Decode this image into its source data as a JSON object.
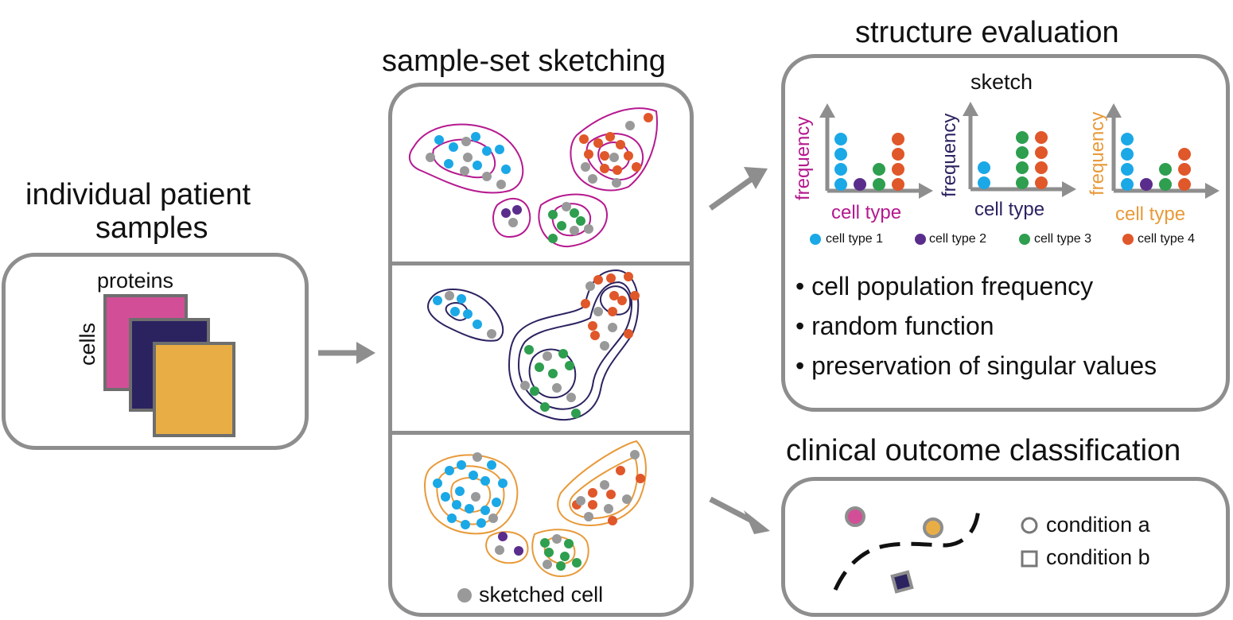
{
  "left": {
    "title_line1": "individual patient",
    "title_line2": "samples",
    "proteins_label": "proteins",
    "cells_label": "cells",
    "matrix_colors": [
      "#d24f97",
      "#2b2360",
      "#e8ae45"
    ]
  },
  "middle": {
    "title": "sample-set sketching",
    "legend_label": "sketched cell"
  },
  "right_top": {
    "title": "structure evaluation",
    "sketch_label": "sketch",
    "freq_label": "frequency",
    "celltype_label": "cell type",
    "axis_colors": [
      "#b5198f",
      "#2b2360",
      "#e89a3a"
    ],
    "legend": [
      "cell type 1",
      "cell type 2",
      "cell type 3",
      "cell type 4"
    ],
    "bullets": [
      "cell population frequency",
      "random function",
      "preservation of singular values"
    ]
  },
  "right_bottom": {
    "title": "clinical outcome classification",
    "legend": [
      "condition a",
      "condition b"
    ]
  },
  "colors": {
    "cell_type_1": "#1ba8e6",
    "cell_type_2": "#5a2d8c",
    "cell_type_3": "#2e9e4f",
    "cell_type_4": "#e0572a",
    "sketched": "#999999",
    "panel_border": "#8e8e8e",
    "arrow": "#8e8e8e"
  }
}
